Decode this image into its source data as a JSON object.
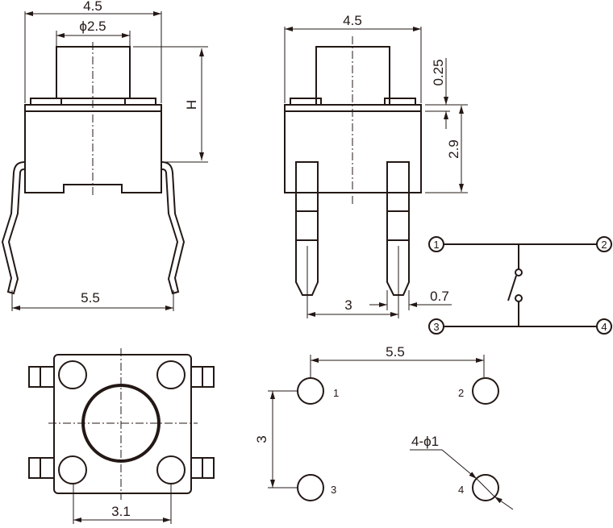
{
  "front_view": {
    "width": "4.5",
    "plunger_diameter": "ϕ2.5",
    "height": "H",
    "lead_span": "5.5"
  },
  "side_view": {
    "width": "4.5",
    "offset": "0.25",
    "body_height": "2.9",
    "pin_pitch": "3",
    "pin_width": "0.7"
  },
  "schematic": {
    "pins": [
      "1",
      "2",
      "3",
      "4"
    ]
  },
  "bottom_view": {
    "hole_spacing": "3.1"
  },
  "pcb_layout": {
    "horizontal_spacing": "5.5",
    "vertical_spacing": "3",
    "hole_spec": "4-ϕ1",
    "hole_labels": [
      "1",
      "2",
      "3",
      "4"
    ]
  }
}
